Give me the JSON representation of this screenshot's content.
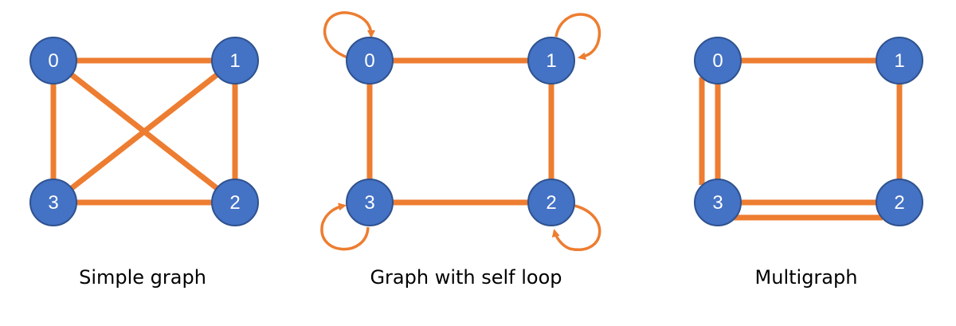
{
  "colors": {
    "edge": "#ED7D31",
    "node_fill": "#4472C4",
    "node_stroke": "#2F528F",
    "node_text": "#FFFFFF",
    "caption_text": "#000000"
  },
  "graphs": [
    {
      "id": "simple",
      "caption": "Simple graph",
      "nodes": [
        {
          "id": "0",
          "label": "0"
        },
        {
          "id": "1",
          "label": "1"
        },
        {
          "id": "2",
          "label": "2"
        },
        {
          "id": "3",
          "label": "3"
        }
      ],
      "edges": [
        {
          "from": "0",
          "to": "1"
        },
        {
          "from": "1",
          "to": "2"
        },
        {
          "from": "2",
          "to": "3"
        },
        {
          "from": "3",
          "to": "0"
        },
        {
          "from": "0",
          "to": "2"
        },
        {
          "from": "1",
          "to": "3"
        }
      ]
    },
    {
      "id": "self-loop",
      "caption": "Graph with self loop",
      "nodes": [
        {
          "id": "0",
          "label": "0"
        },
        {
          "id": "1",
          "label": "1"
        },
        {
          "id": "2",
          "label": "2"
        },
        {
          "id": "3",
          "label": "3"
        }
      ],
      "edges": [
        {
          "from": "0",
          "to": "1"
        },
        {
          "from": "1",
          "to": "2"
        },
        {
          "from": "2",
          "to": "3"
        },
        {
          "from": "3",
          "to": "0"
        }
      ],
      "self_loops": [
        "0",
        "1",
        "2",
        "3"
      ]
    },
    {
      "id": "multigraph",
      "caption": "Multigraph",
      "nodes": [
        {
          "id": "0",
          "label": "0"
        },
        {
          "id": "1",
          "label": "1"
        },
        {
          "id": "2",
          "label": "2"
        },
        {
          "id": "3",
          "label": "3"
        }
      ],
      "edges": [
        {
          "from": "0",
          "to": "1"
        },
        {
          "from": "1",
          "to": "2"
        },
        {
          "from": "2",
          "to": "3"
        },
        {
          "from": "2",
          "to": "3"
        },
        {
          "from": "3",
          "to": "0"
        },
        {
          "from": "3",
          "to": "0"
        }
      ]
    }
  ]
}
